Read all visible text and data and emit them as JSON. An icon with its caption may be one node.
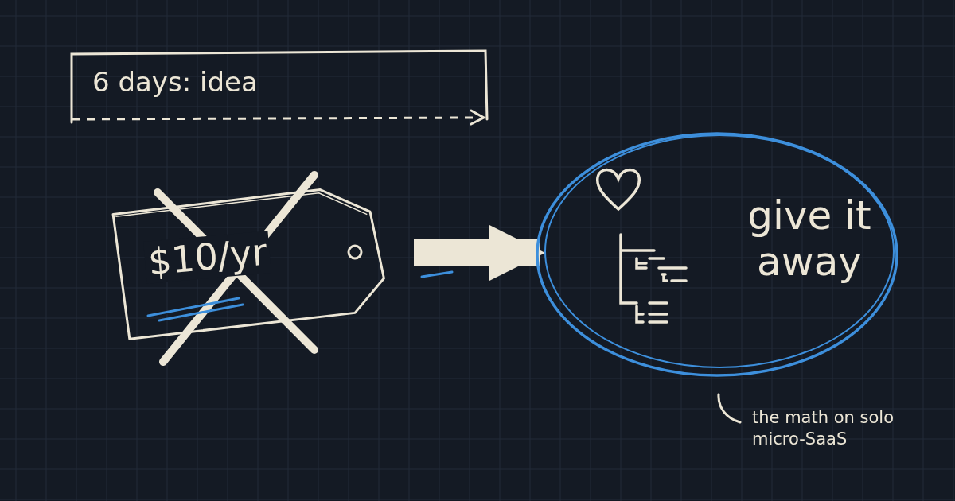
{
  "diagram": {
    "nodes": [
      {
        "text": [
          "6 days: idea"
        ]
      },
      {
        "text": [
          "$10/yr"
        ]
      },
      {
        "text": [
          "give it away"
        ]
      }
    ],
    "edges": [
      {
        "from": 1,
        "to": 2,
        "arrow": "to"
      }
    ],
    "labels": [
      "the math on solo micro-SaaS"
    ]
  }
}
